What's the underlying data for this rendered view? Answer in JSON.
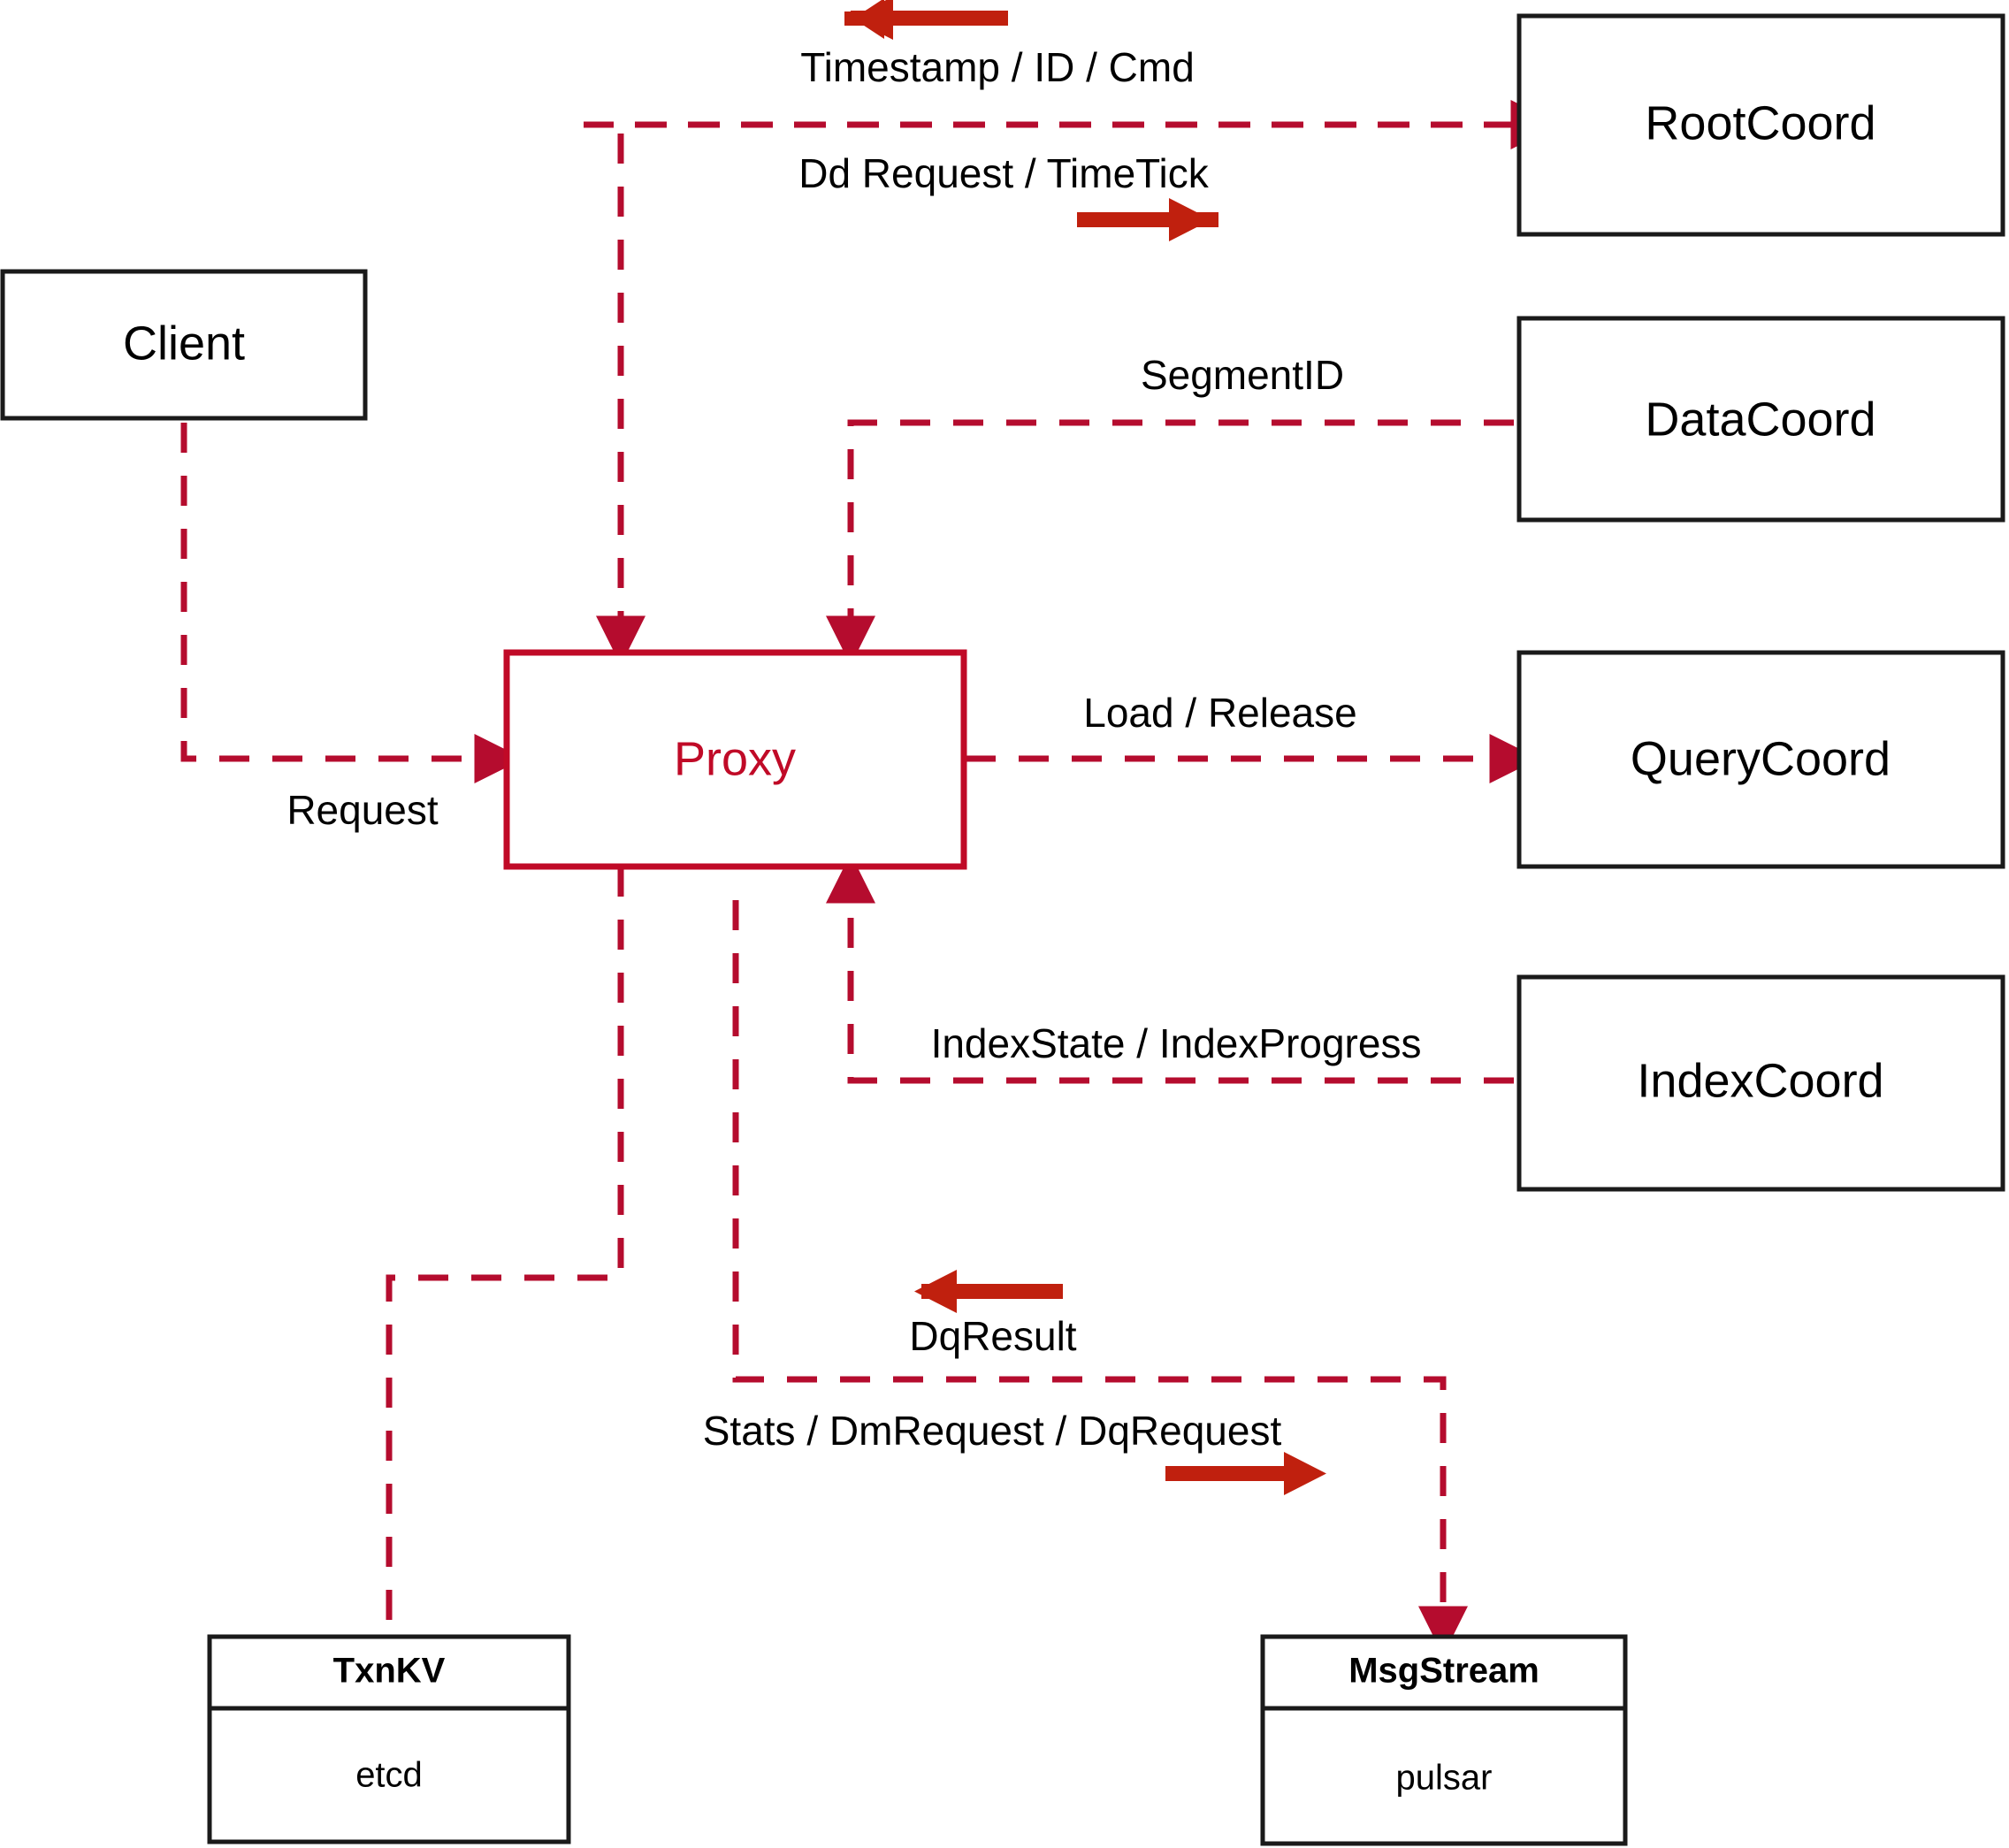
{
  "diagram": {
    "title": "Milvus Proxy interaction diagram",
    "colors": {
      "flow_line": "#B50C2E",
      "proxy_accent": "#C00A27",
      "arrow_glyph": "#C0200E",
      "box_stroke": "#1a1a1a",
      "background": "#ffffff",
      "text": "#000000"
    },
    "nodes": {
      "client": {
        "label": "Client"
      },
      "proxy": {
        "label": "Proxy"
      },
      "rootcoord": {
        "label": "RootCoord"
      },
      "datacoord": {
        "label": "DataCoord"
      },
      "querycoord": {
        "label": "QueryCoord"
      },
      "indexcoord": {
        "label": "IndexCoord"
      },
      "txnkv": {
        "title": "TxnKV",
        "impl": "etcd"
      },
      "msgstream": {
        "title": "MsgStream",
        "impl": "pulsar"
      }
    },
    "edge_labels": {
      "timestamp_id_cmd": "Timestamp / ID / Cmd",
      "dd_request_timetick": "Dd Request / TimeTick",
      "segment_id": "SegmentID",
      "request": "Request",
      "load_release": "Load / Release",
      "index_state_progress": "IndexState / IndexProgress",
      "dq_result": "DqResult",
      "stats_dm_dq_request": "Stats / DmRequest / DqRequest"
    },
    "direction_glyphs": {
      "timestamp_id_cmd": "arrow-left",
      "dd_request_timetick": "arrow-right",
      "dq_result": "arrow-left",
      "stats_dm_dq_request": "arrow-right"
    }
  }
}
